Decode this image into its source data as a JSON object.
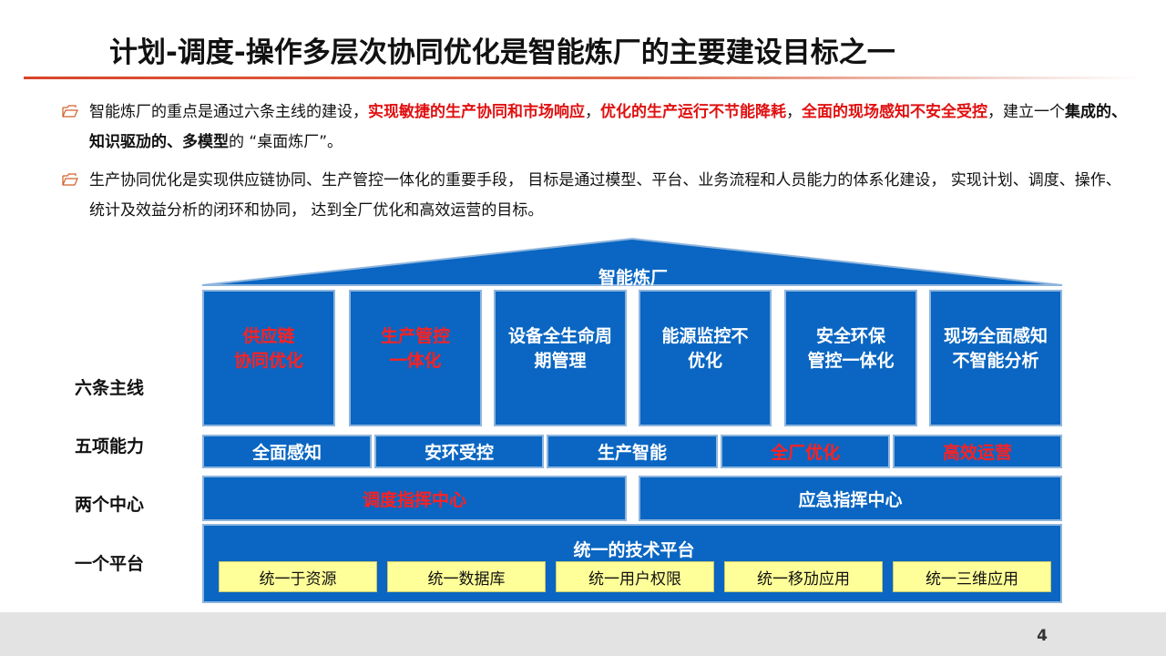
{
  "title": "计划-调度-操作多层次协同优化是智能炼厂的主要建设目标之一",
  "bullets": [
    {
      "segments": [
        {
          "text": "智能炼厂的重点是通过六条主线的建设，",
          "style": "normal"
        },
        {
          "text": "实现敏捷的生产协同和市场响应",
          "style": "red"
        },
        {
          "text": "，",
          "style": "normal"
        },
        {
          "text": "优化的生产运行不节能降耗",
          "style": "red"
        },
        {
          "text": "，",
          "style": "normal"
        },
        {
          "text": "全面的现场感知不安全受控",
          "style": "red"
        },
        {
          "text": "，建立一个",
          "style": "normal"
        },
        {
          "text": "集成的、知识驱劢的、多模型",
          "style": "bold"
        },
        {
          "text": "的 “桌面炼厂”。",
          "style": "normal"
        }
      ]
    },
    {
      "segments": [
        {
          "text": "生产协同优化是实现供应链协同、生产管控一体化的重要手段， 目标是通过模型、平台、业务流程和人员能力的体系化建设， 实现计划、调度、操作、统计及效益分析的闭环和协同， 达到全厂优化和高效运营的目标。",
          "style": "normal"
        }
      ]
    }
  ],
  "diagram": {
    "roof": "智能炼厂",
    "row_labels": [
      "六条主线",
      "五项能力",
      "两个中心",
      "一个平台"
    ],
    "pillars": [
      {
        "line1": "供应链",
        "line2": "协同优化",
        "highlight": true
      },
      {
        "line1": "生产管控",
        "line2": "一体化",
        "highlight": true
      },
      {
        "line1": "设备全生命周",
        "line2": "期管理",
        "highlight": false
      },
      {
        "line1": "能源监控不",
        "line2": "优化",
        "highlight": false
      },
      {
        "line1": "安全环保",
        "line2": "管控一体化",
        "highlight": false
      },
      {
        "line1": "现场全面感知",
        "line2": "不智能分析",
        "highlight": false
      }
    ],
    "capabilities": [
      {
        "label": "全面感知",
        "highlight": false
      },
      {
        "label": "安环受控",
        "highlight": false
      },
      {
        "label": "生产智能",
        "highlight": false
      },
      {
        "label": "全厂优化",
        "highlight": true
      },
      {
        "label": "高效运营",
        "highlight": true
      }
    ],
    "centers": [
      {
        "label": "调度指挥中心",
        "highlight": true
      },
      {
        "label": "应急指挥中心",
        "highlight": false
      }
    ],
    "platform": {
      "title": "统一的技术平台",
      "items": [
        "统一于资源",
        "统一数据库",
        "统一用户权限",
        "统一移劢应用",
        "统一三维应用"
      ]
    }
  },
  "page_number": "4",
  "colors": {
    "accent_red": "#e01010",
    "block_blue": "#0a66c2",
    "tech_yellow": "#ffff99",
    "title_rule": "#d9442a"
  },
  "icons": {
    "bullet": "folder-outline-icon"
  }
}
